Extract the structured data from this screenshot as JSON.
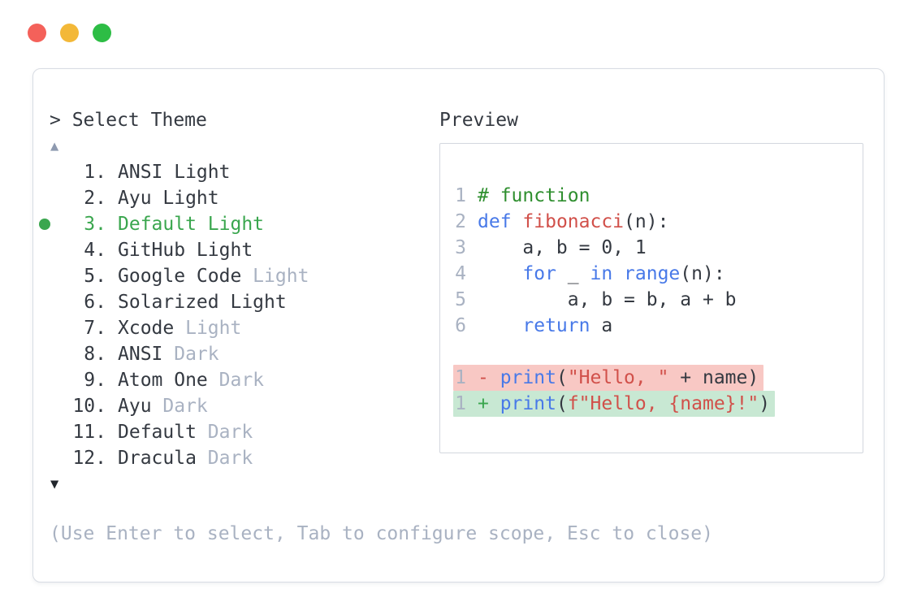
{
  "window": {
    "traffic_lights": [
      {
        "name": "close-button",
        "color": "#f4615a"
      },
      {
        "name": "minimize-button",
        "color": "#f3b838"
      },
      {
        "name": "zoom-button",
        "color": "#2dbd45"
      }
    ]
  },
  "picker": {
    "prompt": "> Select Theme",
    "scroll_up": "▲",
    "scroll_down": "▼",
    "items": [
      {
        "number": "1.",
        "name": "ANSI Light",
        "muted": "",
        "selected": false
      },
      {
        "number": "2.",
        "name": "Ayu Light",
        "muted": "",
        "selected": false
      },
      {
        "number": "3.",
        "name": "Default Light",
        "muted": "",
        "selected": true
      },
      {
        "number": "4.",
        "name": "GitHub Light",
        "muted": "",
        "selected": false
      },
      {
        "number": "5.",
        "name": "Google Code",
        "muted": "Light",
        "selected": false
      },
      {
        "number": "6.",
        "name": "Solarized Light",
        "muted": "",
        "selected": false
      },
      {
        "number": "7.",
        "name": "Xcode",
        "muted": "Light",
        "selected": false
      },
      {
        "number": "8.",
        "name": "ANSI",
        "muted": "Dark",
        "selected": false
      },
      {
        "number": "9.",
        "name": "Atom One",
        "muted": "Dark",
        "selected": false
      },
      {
        "number": "10.",
        "name": "Ayu",
        "muted": "Dark",
        "selected": false
      },
      {
        "number": "11.",
        "name": "Default",
        "muted": "Dark",
        "selected": false
      },
      {
        "number": "12.",
        "name": "Dracula",
        "muted": "Dark",
        "selected": false
      }
    ],
    "hint": "(Use Enter to select, Tab to configure scope, Esc to close)"
  },
  "preview": {
    "title": "Preview",
    "code_lines": [
      {
        "ln": "1",
        "diff": "",
        "tokens": [
          [
            "# function",
            "comment"
          ]
        ]
      },
      {
        "ln": "2",
        "diff": "",
        "tokens": [
          [
            "def",
            "kw"
          ],
          [
            " ",
            "pl"
          ],
          [
            "fibonacci",
            "fn"
          ],
          [
            "(n):",
            "pl"
          ]
        ]
      },
      {
        "ln": "3",
        "diff": "",
        "tokens": [
          [
            "    a, b = 0, 1",
            "pl"
          ]
        ]
      },
      {
        "ln": "4",
        "diff": "",
        "tokens": [
          [
            "    ",
            "pl"
          ],
          [
            "for",
            "kw"
          ],
          [
            " _ ",
            "pl"
          ],
          [
            "in",
            "kw"
          ],
          [
            " ",
            "pl"
          ],
          [
            "range",
            "kw"
          ],
          [
            "(n):",
            "pl"
          ]
        ]
      },
      {
        "ln": "5",
        "diff": "",
        "tokens": [
          [
            "        a, b = b, a + b",
            "pl"
          ]
        ]
      },
      {
        "ln": "6",
        "diff": "",
        "tokens": [
          [
            "    ",
            "pl"
          ],
          [
            "return",
            "kw"
          ],
          [
            " a",
            "pl"
          ]
        ]
      },
      {
        "ln": "",
        "diff": "",
        "tokens": []
      },
      {
        "ln": "1",
        "diff": "removed",
        "tokens": [
          [
            "- ",
            "minus"
          ],
          [
            "print",
            "kw"
          ],
          [
            "(",
            "pl"
          ],
          [
            "\"Hello, \"",
            "str"
          ],
          [
            " + name)",
            "pl"
          ]
        ]
      },
      {
        "ln": "1",
        "diff": "added",
        "tokens": [
          [
            "+ ",
            "plus"
          ],
          [
            "print",
            "kw"
          ],
          [
            "(",
            "pl"
          ],
          [
            "f\"Hello, {name}!\"",
            "str"
          ],
          [
            ")",
            "pl"
          ]
        ]
      }
    ]
  },
  "colors": {
    "text_dark": "#343941",
    "text_muted": "#a9b2c2",
    "accent_green": "#3aa64e",
    "comment_green": "#2f8f2f",
    "keyword_blue": "#4879e8",
    "string_red": "#d1504a",
    "diff_removed_bg": "#f8c8c4",
    "diff_added_bg": "#c8e8d3"
  }
}
